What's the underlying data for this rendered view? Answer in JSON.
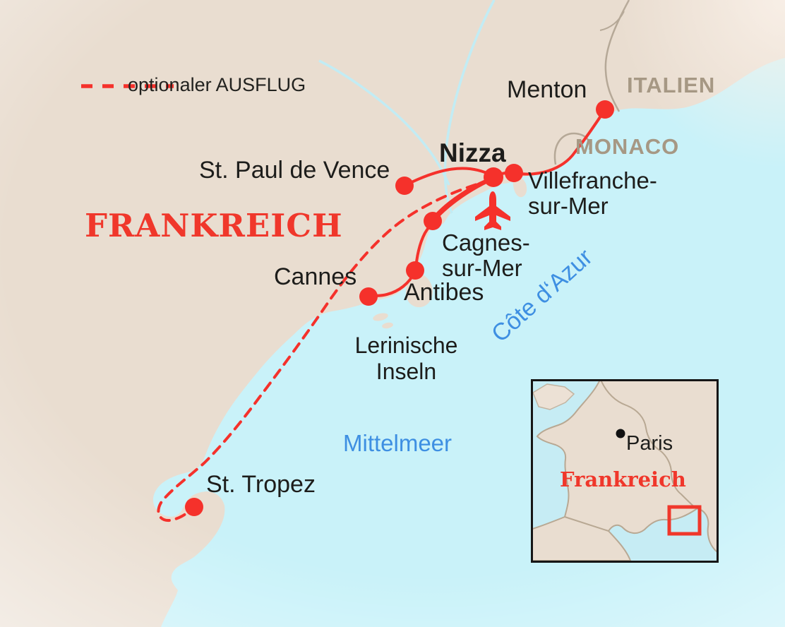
{
  "legend": {
    "optional_label": "optionaler AUSFLUG"
  },
  "regions": {
    "france": "FRANKREICH",
    "italy": "ITALIEN",
    "monaco": "MONACO"
  },
  "cities": {
    "menton": "Menton",
    "nizza": "Nizza",
    "villefranche": {
      "line1": "Villefranche-",
      "line2": "sur-Mer"
    },
    "st_paul": "St. Paul de Vence",
    "cagnes": {
      "line1": "Cagnes-",
      "line2": "sur-Mer"
    },
    "antibes": "Antibes",
    "cannes": "Cannes",
    "st_tropez": "St. Tropez"
  },
  "places": {
    "lerin_islands": {
      "line1": "Lerinische",
      "line2": "Inseln"
    }
  },
  "water": {
    "coast": "Côte d‘Azur",
    "sea": "Mittelmeer"
  },
  "inset": {
    "capital": "Paris",
    "country": "Frankreich"
  },
  "icons": {
    "airplane": "✈",
    "city_marker": "red-dot",
    "optional_route": "red-dashed-line"
  },
  "colors": {
    "route_red": "#f5312b",
    "land_beige": "#e9ddd0",
    "sea_cyan": "#c9f2f9",
    "region_taupe": "#a69884",
    "water_blue": "#3e8fe2",
    "border_gray": "#b5a897",
    "text_dark": "#1d1d1b"
  }
}
